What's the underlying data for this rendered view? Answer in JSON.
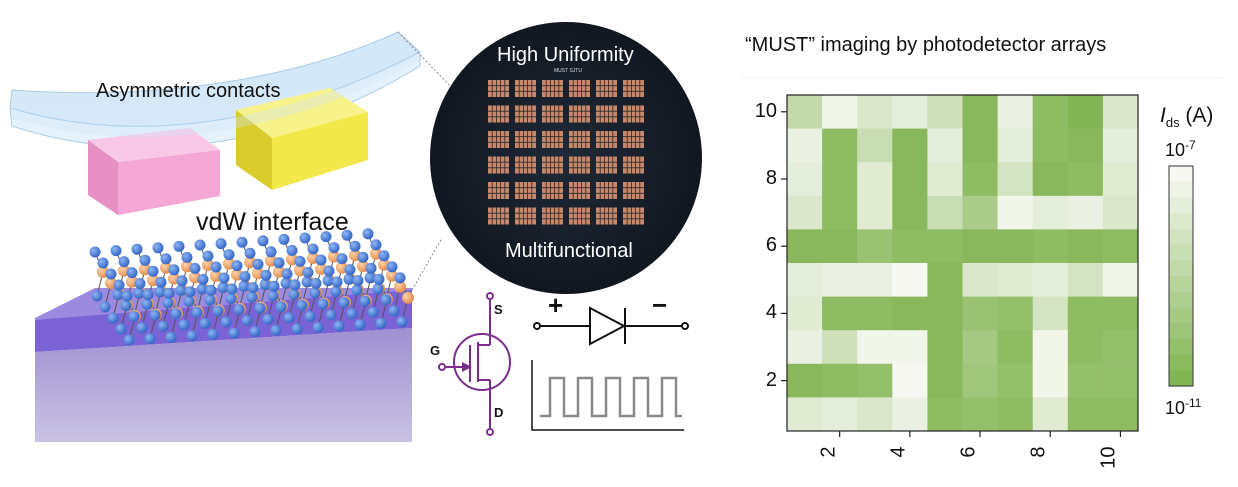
{
  "left_panel": {
    "contacts_label": "Asymmetric contacts",
    "interface_label": "vdW interface",
    "colors": {
      "pink": "#f4a6d4",
      "yellow": "#f3e84a",
      "substrate_top": "#7b63d6",
      "substrate_side": "#a99ad6",
      "atom_w": "#3f78d6",
      "atom_s": "#f0a268"
    }
  },
  "wafer": {
    "top_label": "High Uniformity",
    "small_label": "MUST SJTU",
    "bottom_label": "Multifunctional",
    "rows": 6,
    "cols": 6
  },
  "devices": {
    "source": "S",
    "gate": "G",
    "drain": "D",
    "plus": "+",
    "minus": "−",
    "transistor_color": "#7b2d8e"
  },
  "heatmap": {
    "title": "“MUST” imaging by photodetector arrays",
    "cbar_label_main": "I",
    "cbar_label_sub": "ds",
    "cbar_label_unit": " (A)",
    "cbar_top_base": "10",
    "cbar_top_exp": "-7",
    "cbar_bottom_base": "10",
    "cbar_bottom_exp": "-11",
    "x_ticks": [
      "2",
      "4",
      "6",
      "8",
      "10"
    ],
    "y_ticks": [
      "2",
      "4",
      "6",
      "8",
      "10"
    ]
  },
  "chart_data": {
    "type": "heatmap",
    "rows": 10,
    "cols": 10,
    "color_low": "#82b553",
    "color_high": "#f7f8f2",
    "scale": "log",
    "vmin": 1e-11,
    "vmax": 1e-07,
    "grid_top_row_first_log_level": [
      [
        0.55,
        0.95,
        0.75,
        0.85,
        0.65,
        0.05,
        0.9,
        0.1,
        0.0,
        0.75
      ],
      [
        0.9,
        0.1,
        0.6,
        0.05,
        0.85,
        0.05,
        0.85,
        0.1,
        0.05,
        0.85
      ],
      [
        0.85,
        0.1,
        0.8,
        0.05,
        0.8,
        0.1,
        0.7,
        0.05,
        0.1,
        0.8
      ],
      [
        0.75,
        0.1,
        0.8,
        0.05,
        0.6,
        0.35,
        0.95,
        0.85,
        0.9,
        0.75
      ],
      [
        0.05,
        0.05,
        0.2,
        0.1,
        0.1,
        0.05,
        0.05,
        0.1,
        0.05,
        0.1
      ],
      [
        0.85,
        0.9,
        0.9,
        1.0,
        0.05,
        0.75,
        0.8,
        0.85,
        0.7,
        0.95
      ],
      [
        0.8,
        0.1,
        0.1,
        0.05,
        0.05,
        0.2,
        0.15,
        0.7,
        0.1,
        0.1
      ],
      [
        0.9,
        0.65,
        0.95,
        0.95,
        0.05,
        0.3,
        0.1,
        0.95,
        0.1,
        0.15
      ],
      [
        0.05,
        0.1,
        0.15,
        1.0,
        0.05,
        0.25,
        0.15,
        0.95,
        0.15,
        0.15
      ],
      [
        0.8,
        0.85,
        0.75,
        0.9,
        0.1,
        0.15,
        0.1,
        0.8,
        0.1,
        0.1
      ]
    ]
  }
}
